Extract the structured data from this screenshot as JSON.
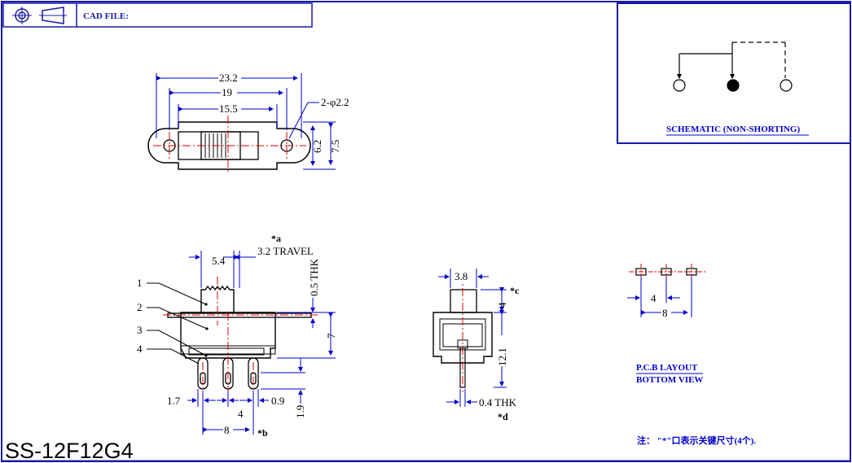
{
  "title_block": {
    "cad_label": "CAD FILE:"
  },
  "schematic": {
    "label": "SCHEMATIC (NON-SHORTING)"
  },
  "top_view": {
    "dim_overall": "23.2",
    "dim_hole_pitch": "19",
    "dim_slot": "15.5",
    "dim_holes": "2-φ2.2",
    "dim_body_height": "6.2",
    "dim_flange_height": "7.5"
  },
  "side_view": {
    "dim_knob": "5.4",
    "travel": "3.2 TRAVEL",
    "travel_mark": "*a",
    "thk": "0.5 THK",
    "height": "7",
    "callouts": [
      "1",
      "2",
      "3",
      "4"
    ],
    "dim_left": "1.7",
    "dim_pitch": "4",
    "dim_pin": "0.9",
    "dim_pin_len": "1.9",
    "dim_span": "8",
    "span_mark": "*b"
  },
  "end_view": {
    "dim_width": "3.8",
    "dim_knob_h": "4",
    "knob_mark": "*c",
    "dim_height": "12.1",
    "dim_thk": "0.4 THK",
    "thk_mark": "*d"
  },
  "pcb": {
    "dim_pitch": "4",
    "dim_span": "8",
    "label_1": "P.C.B LAYOUT",
    "label_2": "BOTTOM VIEW"
  },
  "note": "注： \"*\"口表示关键尺寸(4个).",
  "part_number": "SS-12F12G4",
  "colors": {
    "frame": "#1a1aa8",
    "centerline": "#e00000",
    "dimension": "#0000cc"
  }
}
